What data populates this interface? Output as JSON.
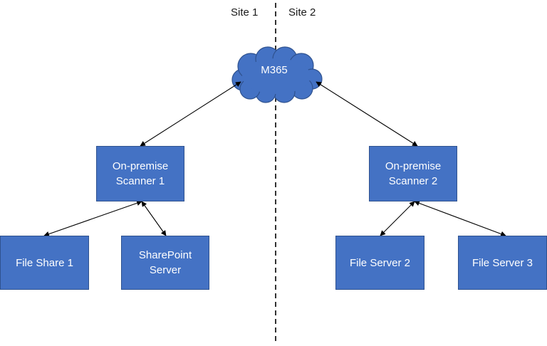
{
  "site_labels": {
    "left": "Site 1",
    "right": "Site 2"
  },
  "cloud": {
    "label": "M365"
  },
  "nodes": {
    "scanner1": "On-premise\nScanner 1",
    "scanner2": "On-premise\nScanner 2",
    "fileshare1": "File Share 1",
    "sharepoint": "SharePoint\nServer",
    "fileserver2": "File Server 2",
    "fileserver3": "File Server 3"
  },
  "colors": {
    "box_fill": "#4472c4",
    "box_border": "#2f528f",
    "text": "#ffffff",
    "line": "#000000"
  }
}
